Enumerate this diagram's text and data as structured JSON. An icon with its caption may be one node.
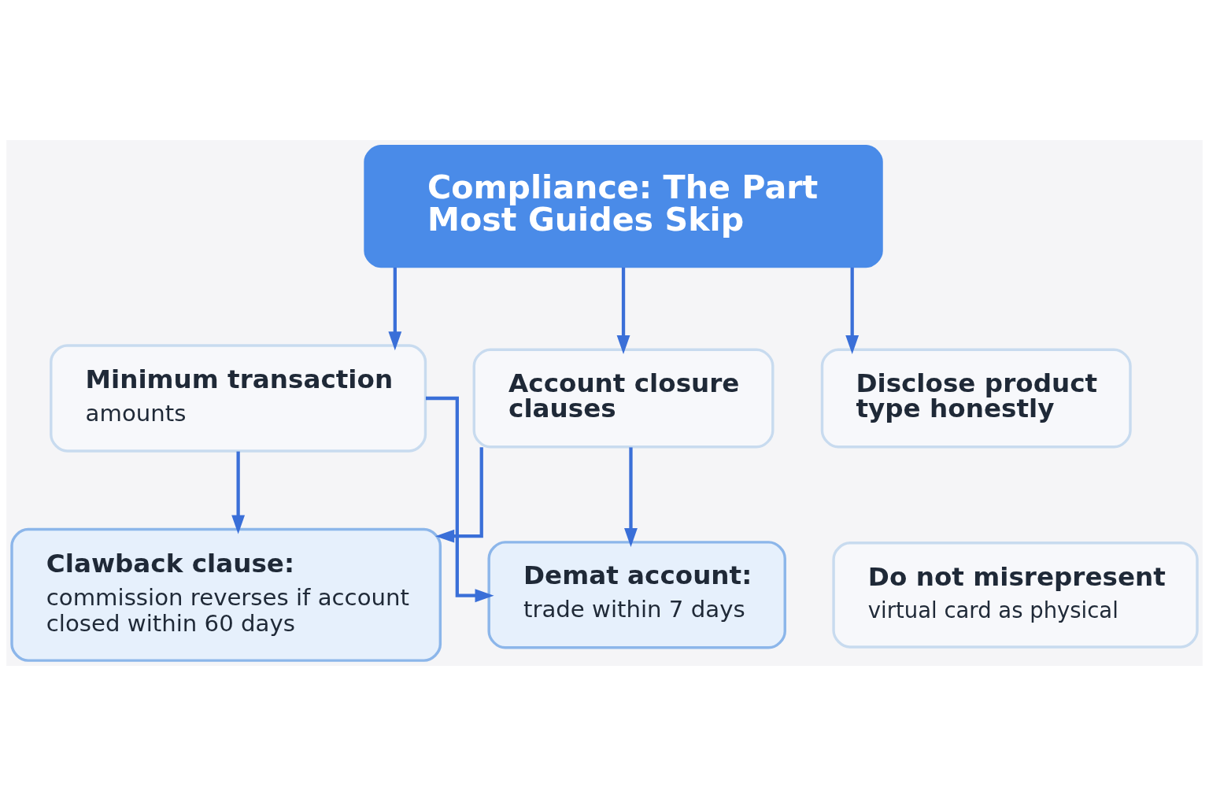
{
  "diagram": {
    "nodes": [
      {
        "text": [
          "Compliance: The Part Most Guides Skip"
        ]
      },
      {
        "text": [
          "Minimum transaction",
          "amounts"
        ]
      },
      {
        "text": [
          "Account closure clauses"
        ]
      },
      {
        "text": [
          "Disclose product type honestly"
        ]
      },
      {
        "text": [
          "Do not misrepresent",
          "virtual card as physical"
        ]
      },
      {
        "text": [
          "Clawback clause:",
          "commission reverses if account closed within 60 days"
        ]
      },
      {
        "text": [
          "Demat account:",
          "trade within 7 days"
        ]
      }
    ],
    "edges": [
      {
        "from": 0,
        "to": 1,
        "arrow": "to"
      },
      {
        "from": 0,
        "to": 2,
        "arrow": "to"
      },
      {
        "from": 0,
        "to": 3,
        "arrow": "to"
      },
      {
        "from": 1,
        "to": 5,
        "arrow": "to"
      },
      {
        "from": 1,
        "to": 6,
        "arrow": "to"
      },
      {
        "from": 2,
        "to": 5,
        "arrow": "to"
      },
      {
        "from": 2,
        "to": 6,
        "arrow": "to"
      }
    ]
  }
}
